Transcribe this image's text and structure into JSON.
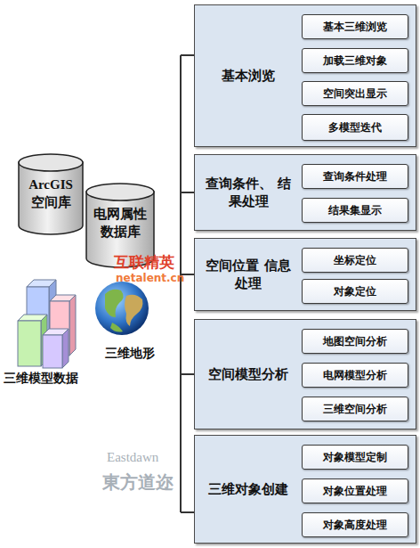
{
  "diagram": {
    "nodes": [
      {
        "text": [
          "ArcGIS 空间库"
        ]
      },
      {
        "text": [
          "电网属性 数据库"
        ]
      },
      {
        "text": [
          "基本浏览"
        ]
      },
      {
        "text": [
          "基本三维浏览"
        ],
        "in": 2
      },
      {
        "text": [
          "加载三维对象"
        ],
        "in": 2
      },
      {
        "text": [
          "空间突出显示"
        ],
        "in": 2
      },
      {
        "text": [
          "多模型迭代"
        ],
        "in": 2
      },
      {
        "text": [
          "查询条件、 结果处理"
        ]
      },
      {
        "text": [
          "查询条件处理"
        ],
        "in": 7
      },
      {
        "text": [
          "结果集显示"
        ],
        "in": 7
      },
      {
        "text": [
          "空间位置 信息处理"
        ]
      },
      {
        "text": [
          "坐标定位"
        ],
        "in": 10
      },
      {
        "text": [
          "对象定位"
        ],
        "in": 10
      },
      {
        "text": [
          "空间模型分析"
        ]
      },
      {
        "text": [
          "地图空间分析"
        ],
        "in": 13
      },
      {
        "text": [
          "电网模型分析"
        ],
        "in": 13
      },
      {
        "text": [
          "三维空间分析"
        ],
        "in": 13
      },
      {
        "text": [
          "三维对象创建"
        ]
      },
      {
        "text": [
          "对象模型定制"
        ],
        "in": 17
      },
      {
        "text": [
          "对象位置处理"
        ],
        "in": 17
      },
      {
        "text": [
          "对象高度处理"
        ],
        "in": 17
      }
    ],
    "labels": [
      "三维模型数据",
      "三维地形",
      "互联精英",
      "netalent.cn",
      "Eastdawn",
      "東方道迩"
    ]
  }
}
